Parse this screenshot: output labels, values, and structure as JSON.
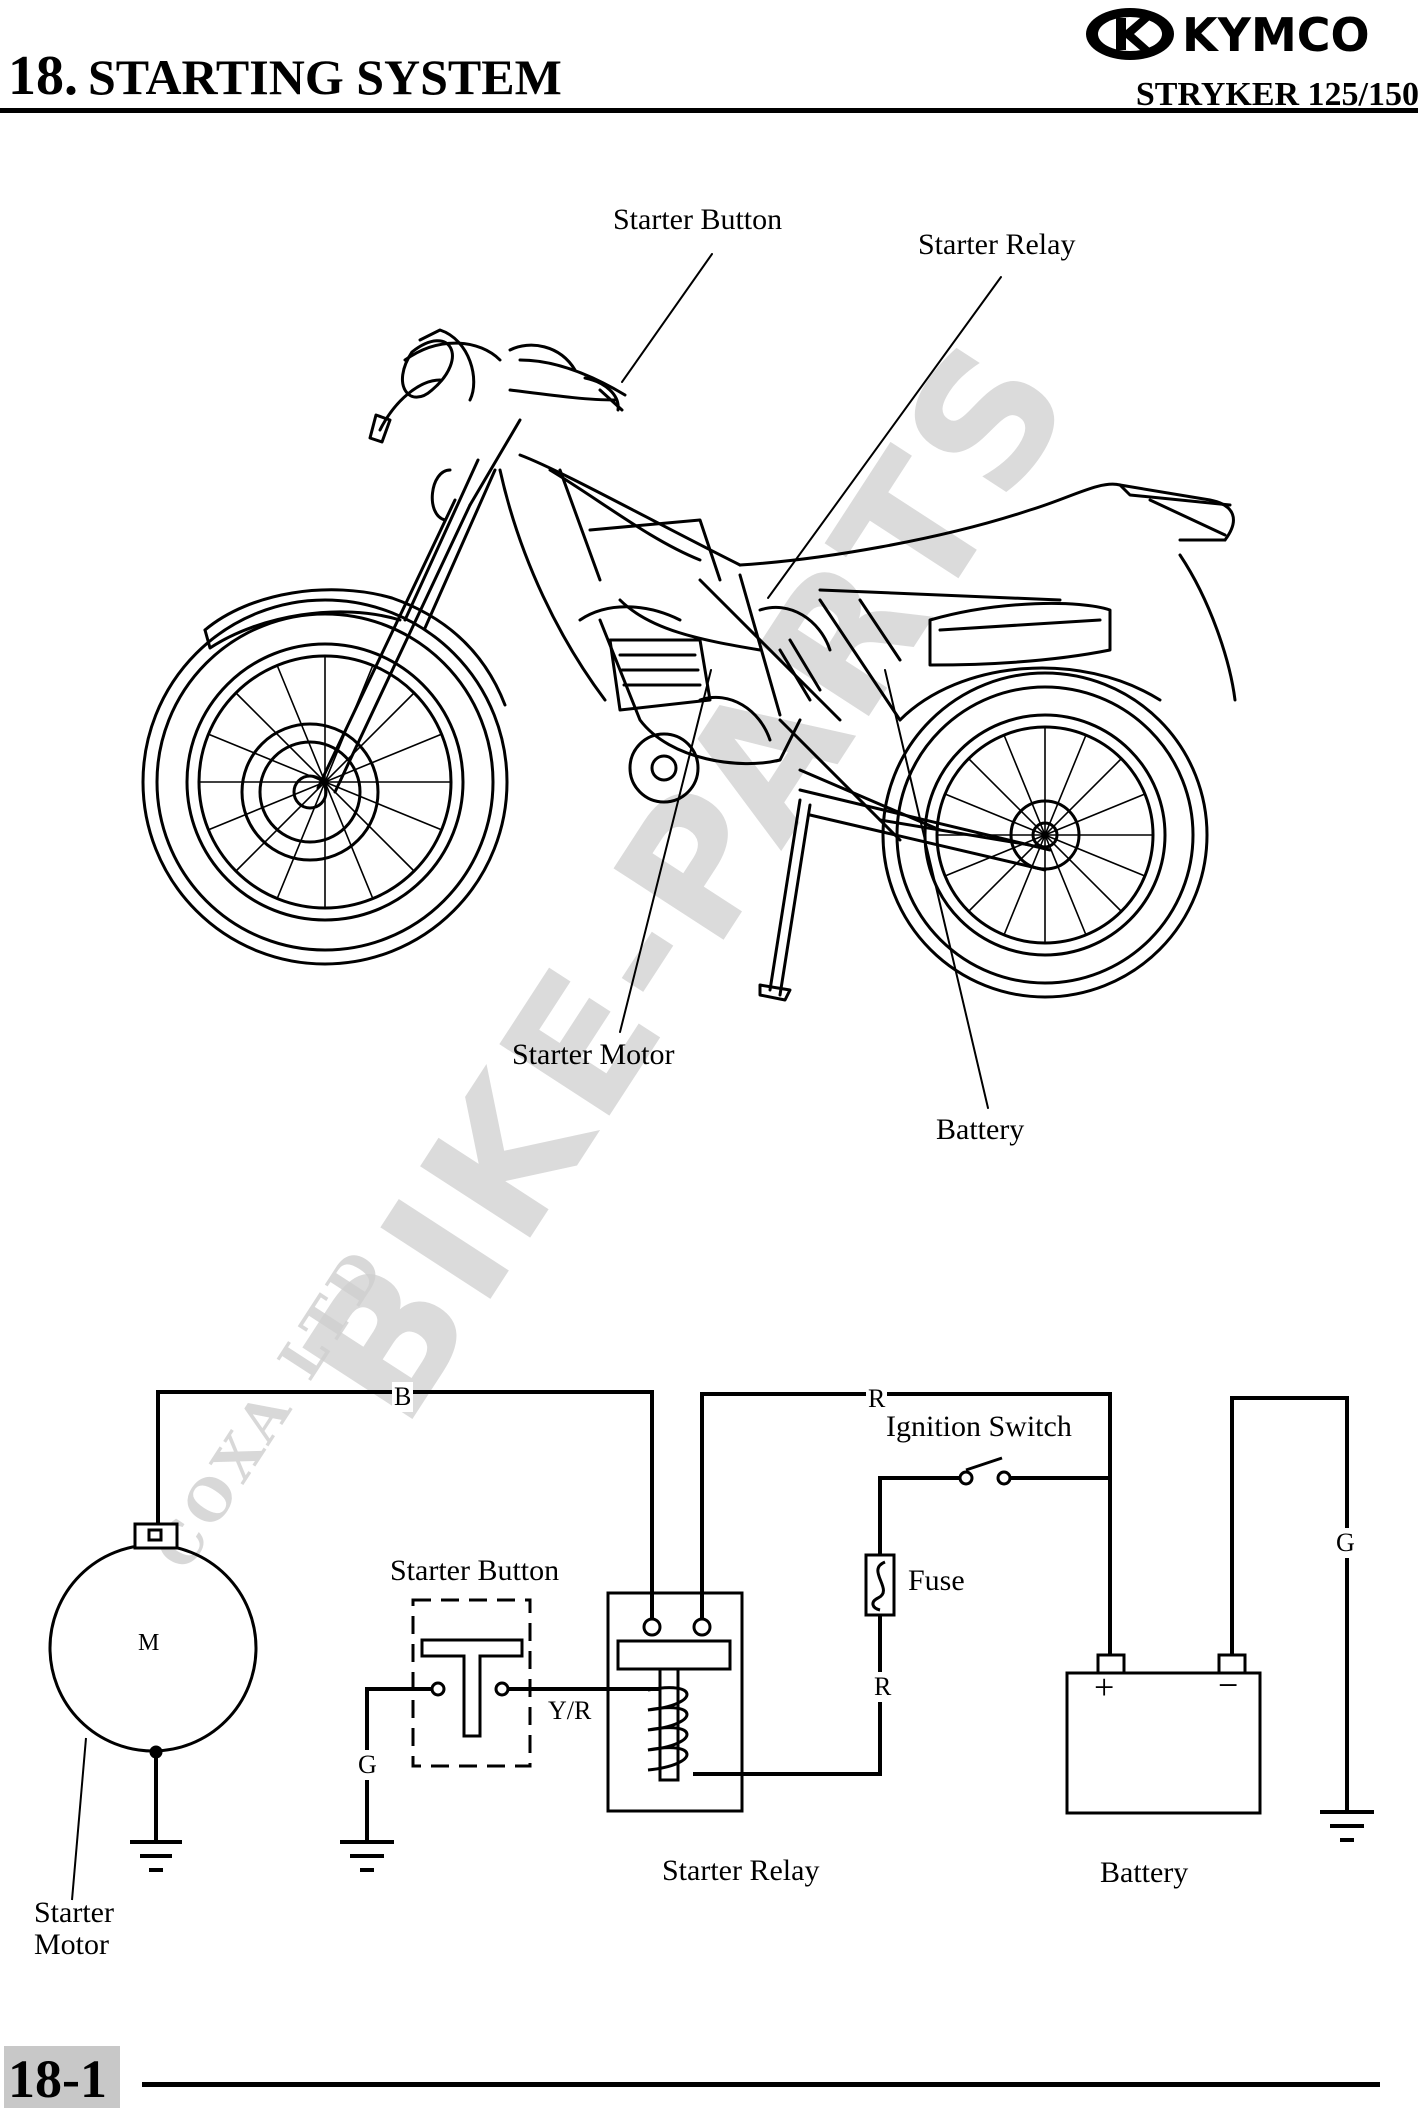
{
  "header": {
    "chapter_number": "18.",
    "chapter_title": "STARTING SYSTEM",
    "brand": "KYMCO",
    "model": "STRYKER 125/150"
  },
  "illustration": {
    "labels": {
      "starter_button": "Starter Button",
      "starter_relay": "Starter Relay",
      "starter_motor": "Starter Motor",
      "battery": "Battery"
    }
  },
  "wiring": {
    "motor_symbol": "M",
    "wire_b": "B",
    "wire_r_top": "R",
    "ignition_switch": "Ignition Switch",
    "fuse": "Fuse",
    "wire_r_mid": "R",
    "wire_g_right": "G",
    "starter_button": "Starter Button",
    "wire_yr": "Y/R",
    "wire_g_left": "G",
    "starter_relay": "Starter Relay",
    "battery": "Battery",
    "battery_plus": "+",
    "battery_minus": "−",
    "starter_motor_line1": "Starter",
    "starter_motor_line2": "Motor"
  },
  "watermark": {
    "main": "BIKE-PARTS",
    "sub": "COXA LTD"
  },
  "footer": {
    "page_number": "18-1"
  }
}
